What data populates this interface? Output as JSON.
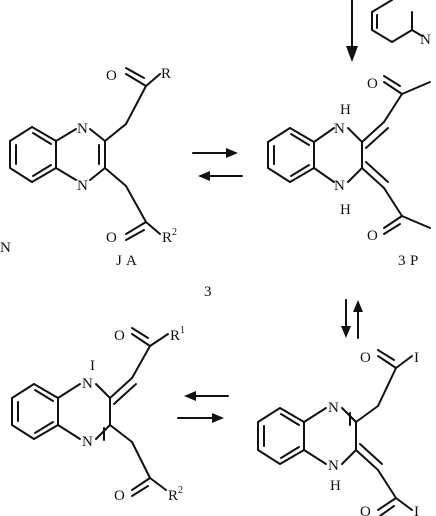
{
  "atoms": {
    "n": "N",
    "h": "H",
    "nh": "NH",
    "o": "O",
    "r": "R",
    "r1_base": "R",
    "r1_sup": "1",
    "r2_base": "R",
    "r2_sup": "2",
    "i": "I",
    "nh_cut": "N",
    "h_cut": "I",
    "p_cut": "P",
    "cut_n": "N"
  },
  "labels": {
    "a": "A",
    "a_prefix": "J",
    "p_num": "3",
    "p": "P",
    "center": "3",
    "left_cut": "N",
    "top_right_cut": "N"
  },
  "colors": {
    "ink": "#111111",
    "background": "#ffffff"
  }
}
